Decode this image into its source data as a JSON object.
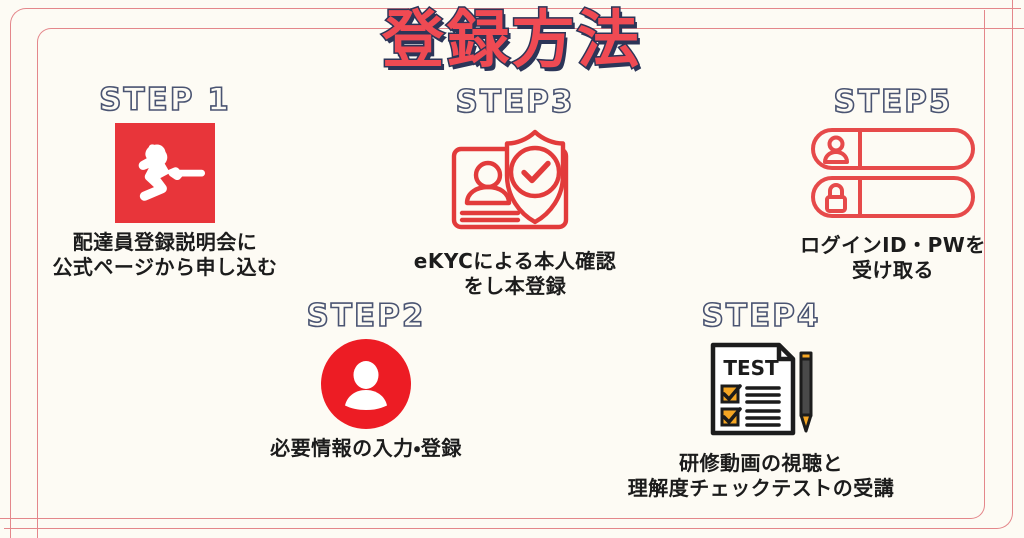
{
  "page": {
    "title": "登録方法",
    "background_color": "#FDFBF4",
    "brand_red": "#E8353A",
    "title_fill_color": "#EF4A53",
    "title_outline_color": "#2C3558",
    "step_label_outline_color": "#4A5472",
    "caption_color": "#1C1C1C",
    "frame_color": "#E4878B",
    "accent_orange": "#F5A623"
  },
  "steps": [
    {
      "label": "STEP 1",
      "icon": "delivery-runner-logo-icon",
      "caption_line1": "配達員登録説明会に",
      "caption_line2": "公式ページから申し込む"
    },
    {
      "label": "STEP2",
      "icon": "user-circle-icon",
      "caption_line1": "必要情報の入力・登録",
      "caption_line2": ""
    },
    {
      "label": "STEP3",
      "icon": "id-card-shield-check-icon",
      "caption_line1": "eKYCによる本人確認",
      "caption_line2": "をし本登録"
    },
    {
      "label": "STEP4",
      "icon": "test-checklist-pencil-icon",
      "caption_line1": "研修動画の視聴と",
      "caption_line2": "理解度チェックテストの受講",
      "icon_heading": "TEST"
    },
    {
      "label": "STEP5",
      "icon": "login-id-password-fields-icon",
      "caption_line1": "ログインID・PWを",
      "caption_line2": "受け取る"
    }
  ]
}
